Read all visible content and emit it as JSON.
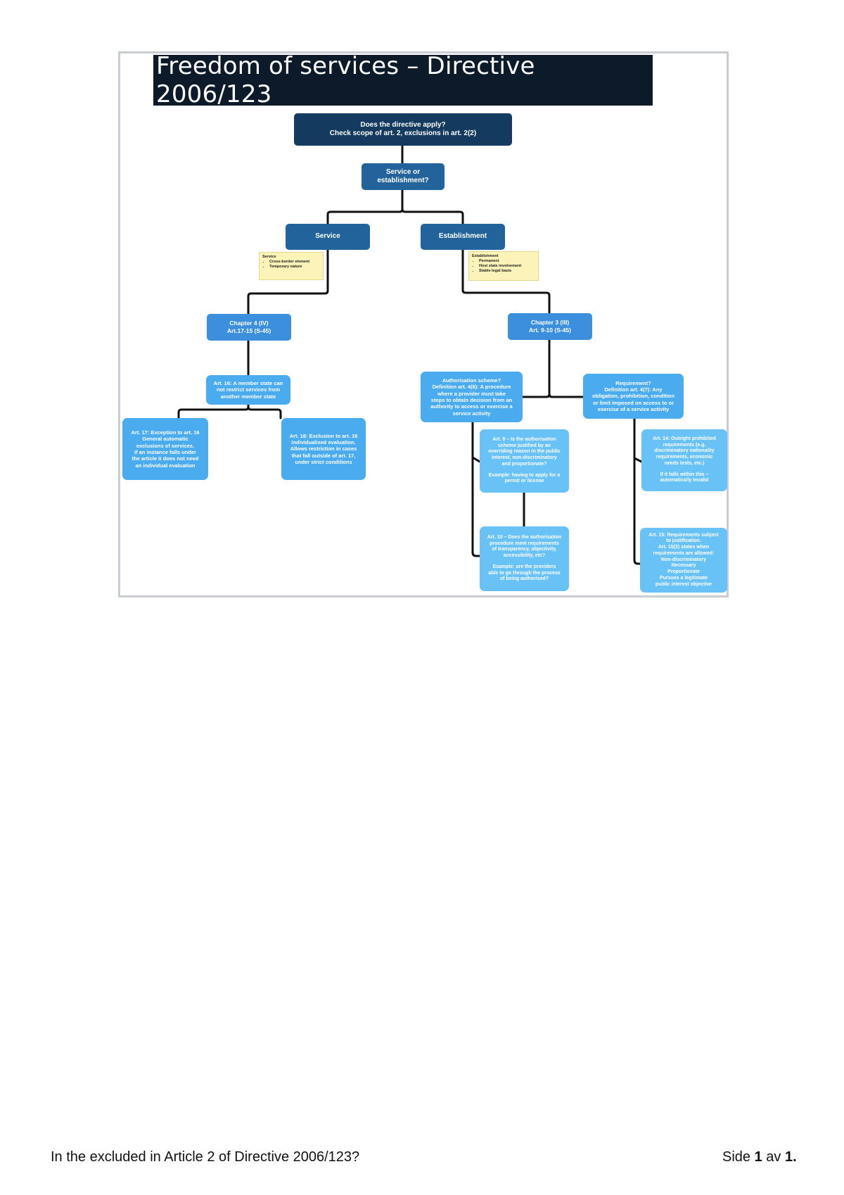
{
  "diagram": {
    "title": "Freedom of services – Directive 2006/123",
    "nodes": {
      "apply": [
        "Does the directive apply?",
        "Check scope of art. 2, exclusions in art. 2(2)"
      ],
      "service_or_establishment": [
        "Service or",
        "establishment?"
      ],
      "service": [
        "Service"
      ],
      "establishment": [
        "Establishment"
      ],
      "chapter4": [
        "Chapter 4 (IV)",
        "Art.17-15 (S-45)"
      ],
      "chapter3": [
        "Chapter 3 (III)",
        "Art. 9-10 (S-45)"
      ],
      "art16": [
        "Art. 16: A member state can",
        "not restrict services from",
        "another member state"
      ],
      "art17": [
        "Art. 17: Exception to art. 16",
        "General automatic",
        "exclusions of services.",
        "If an instance falls under",
        "the article it does not need",
        "an individual evaluation"
      ],
      "art18": [
        "Art. 18: Exclusion to art. 16",
        "Individualised evaluation.",
        "Allows restriction in cases",
        "that fall outside of art. 17,",
        "under strict conditions"
      ],
      "authorisation": [
        "Authorisation scheme?",
        "Definition art. 4(6): A procedure",
        "where a provider must take",
        "steps to obtain decision from an",
        "authority to access or exercise a",
        "service activity"
      ],
      "requirement": [
        "Requirement?",
        "Definition art. 4(7): Any",
        "obligation, prohibition, condition",
        "or limit imposed on access to or",
        "exercise of a service activity"
      ],
      "art9": [
        "Art. 9 – Is the authorisation",
        "scheme justified by an",
        "overriding reason in the public",
        "interest, non-discriminatory",
        "and proportionate?",
        "",
        "Example: having to apply for a",
        "permit or license"
      ],
      "art10": [
        "Art. 10 – Does the authorisation",
        "procedure meet requirements",
        "of transparency, objectivity,",
        "accessibility, etc?",
        "",
        "Example: are the providers",
        "able to go through the process",
        "of being authorised?"
      ],
      "art14": [
        "Art. 14: Outright prohibited",
        "requirements (e.g.",
        "discriminatory nationality",
        "requirements, economic",
        "needs tests, etc.)",
        "",
        "If it falls within this –",
        "automatically invalid"
      ],
      "art15": [
        "Art. 15: Requirements subject",
        "to justification.",
        "Art. 15(3) states when",
        "requirements are allowed:",
        "Non-discriminatory",
        "Necessary",
        "Proportionate",
        "Pursues a legitimate",
        "public interest objective"
      ]
    },
    "notes": {
      "service": {
        "heading": "Service",
        "items": [
          "Cross-border element",
          "Temporary nature"
        ]
      },
      "establishment": {
        "heading": "Establishment",
        "items": [
          "Permanent",
          "Host state involvement",
          "Stable legal basis"
        ]
      }
    }
  },
  "footer": {
    "question": "In the excluded in Article 2 of Directive 2006/123?",
    "page_label": "Side",
    "page_current": "1",
    "page_sep": "av",
    "page_total": "1."
  }
}
